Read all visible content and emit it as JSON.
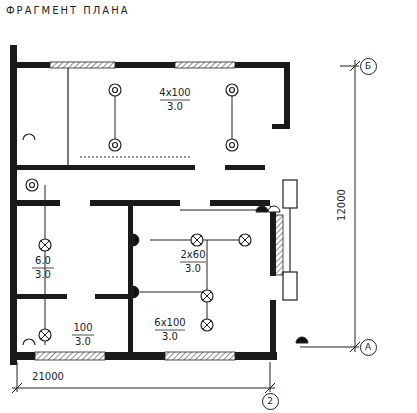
{
  "diagram": {
    "title": "ФРАГМЕНТ ПЛАНА",
    "nodes": [
      {
        "text": [
          "Б"
        ]
      },
      {
        "text": [
          "А"
        ]
      },
      {
        "text": [
          "2"
        ]
      }
    ],
    "labels": [
      "4x100",
      "3.0",
      "6.0",
      "3.0",
      "2x60",
      "3.0",
      "100",
      "3.0",
      "6x100",
      "3.0",
      "12000",
      "21000"
    ]
  }
}
